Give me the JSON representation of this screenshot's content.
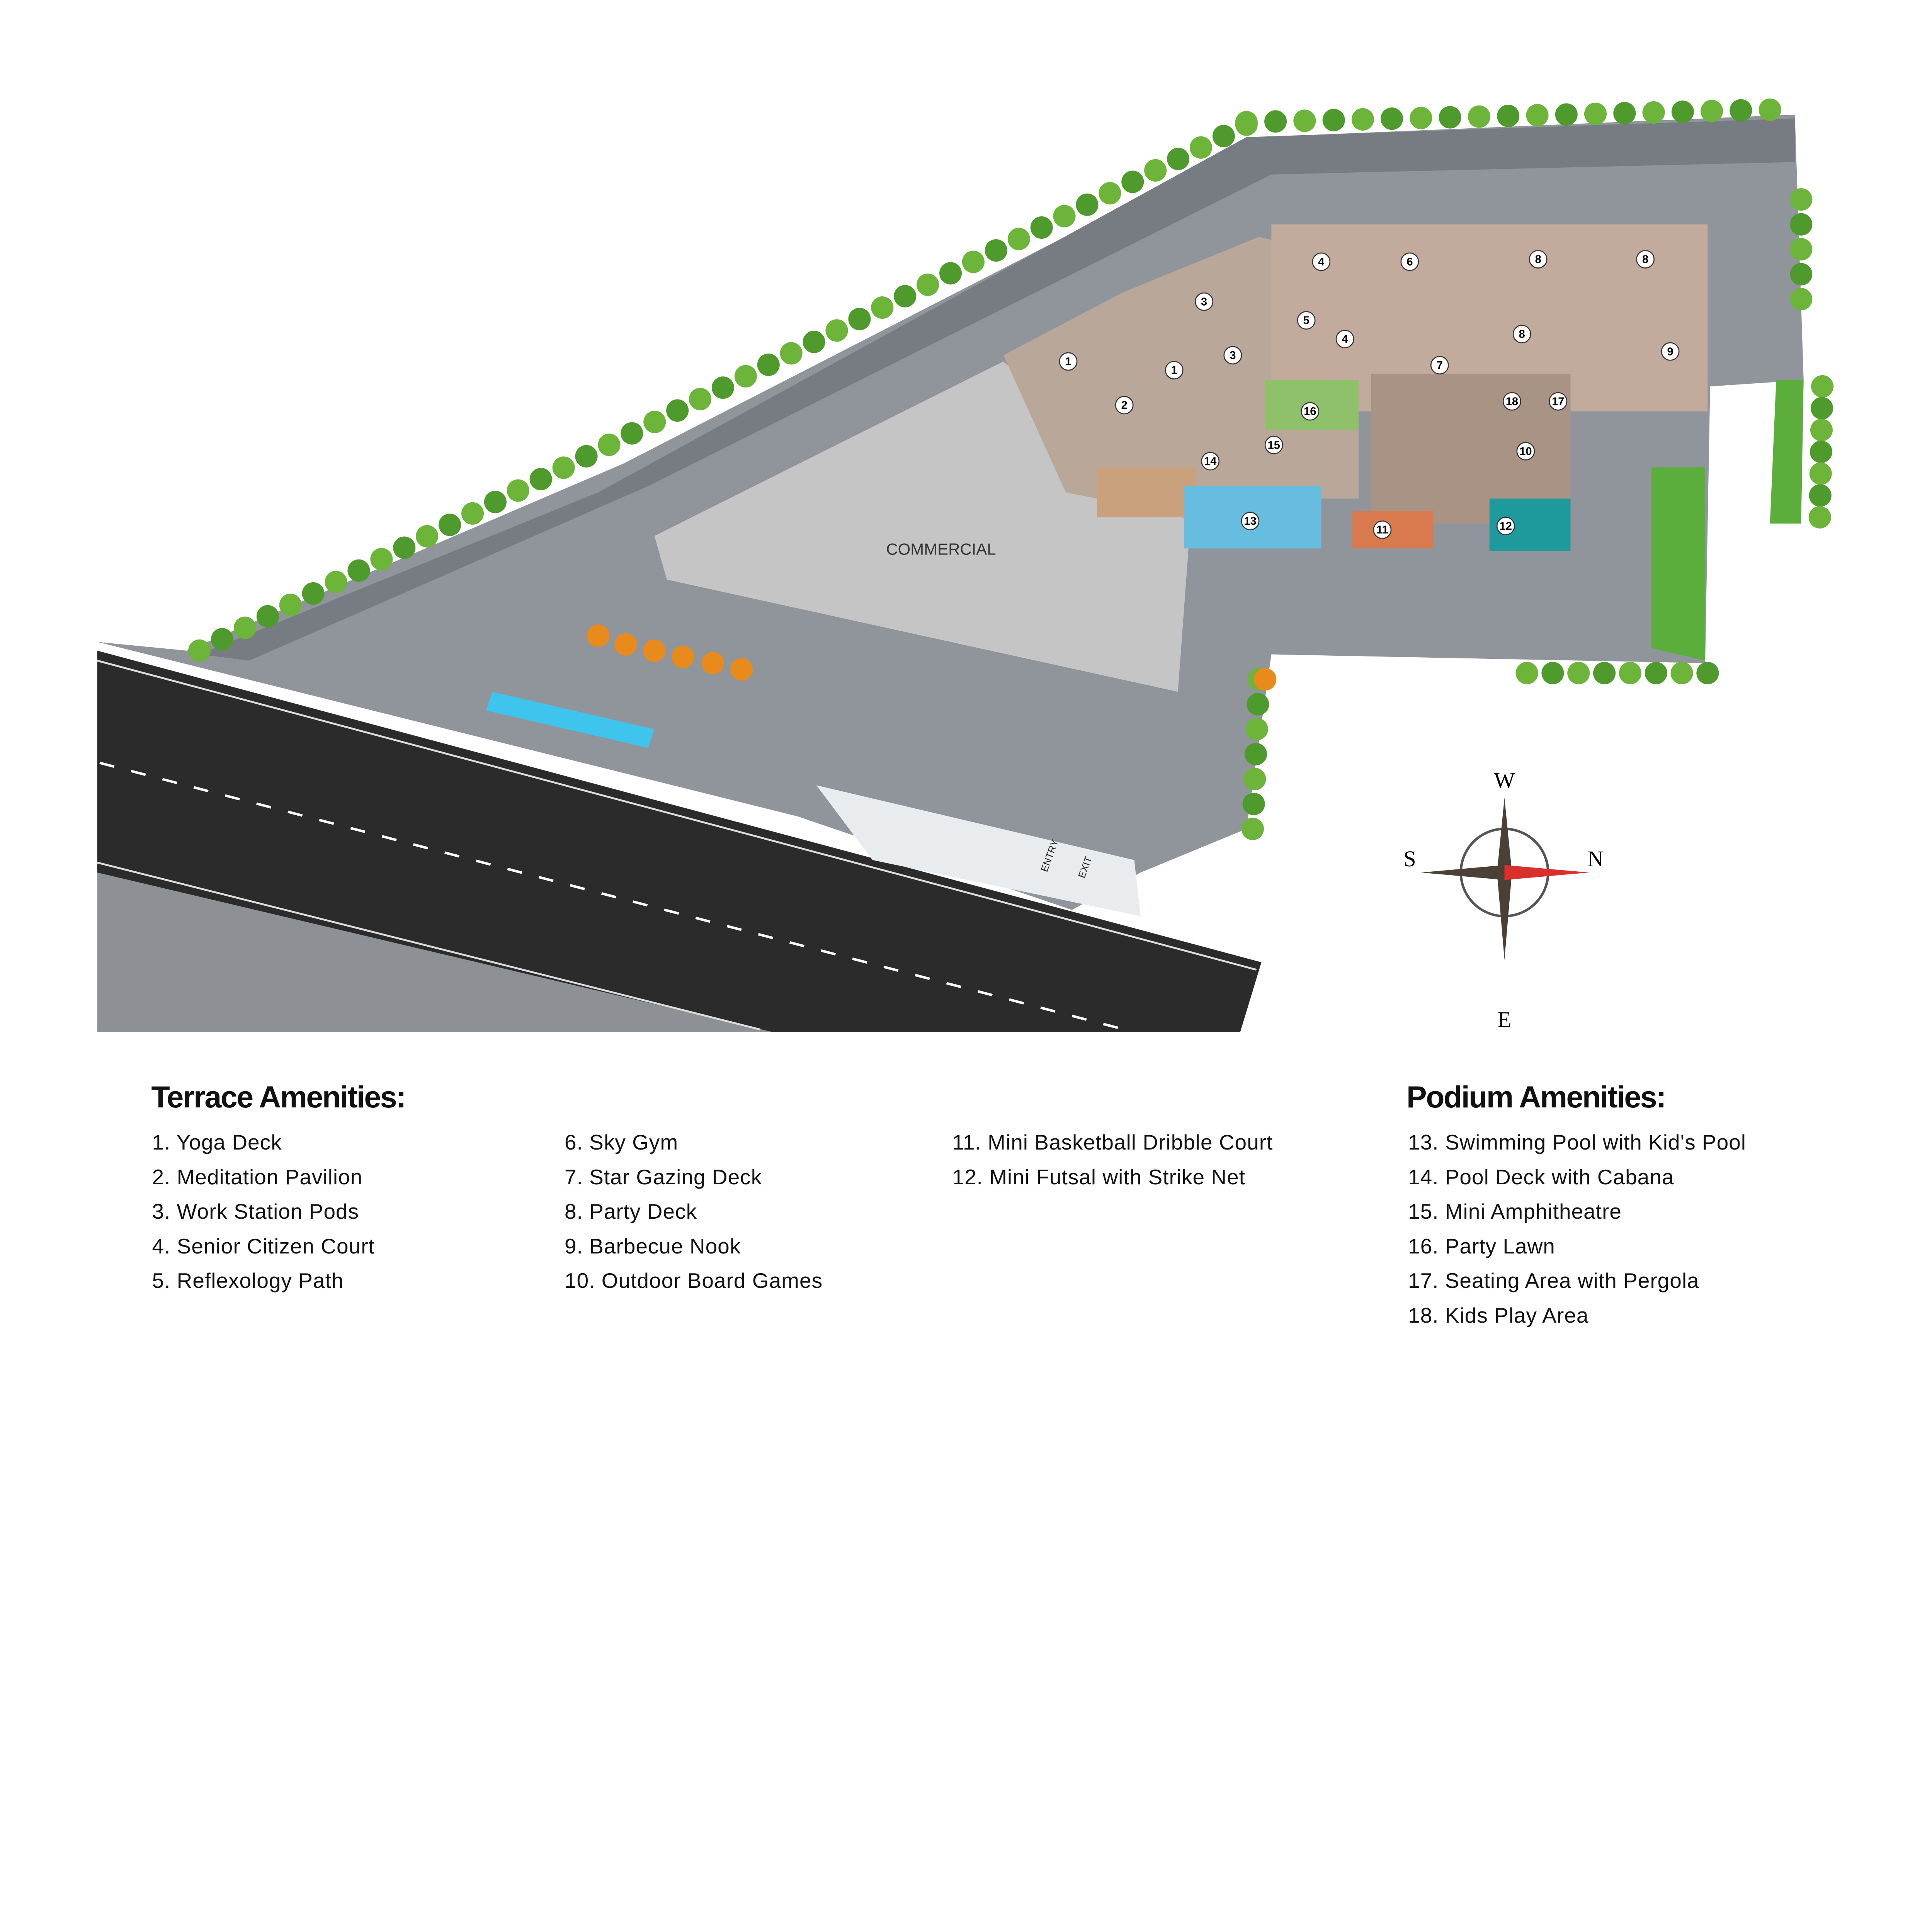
{
  "map": {
    "commercial_label": "COMMERCIAL",
    "entry_label": "ENTRY",
    "exit_label": "EXIT",
    "markers": [
      "1",
      "1",
      "2",
      "3",
      "3",
      "4",
      "4",
      "5",
      "6",
      "7",
      "8",
      "8",
      "8",
      "9",
      "10",
      "11",
      "12",
      "13",
      "14",
      "15",
      "16",
      "17",
      "18"
    ]
  },
  "compass": {
    "west": "W",
    "south": "S",
    "north": "N",
    "east": "E",
    "pointer_color": "#d9302c"
  },
  "terrace": {
    "title": "Terrace Amenities:",
    "items": [
      "1. Yoga Deck",
      "2.  Meditation Pavilion",
      "3.  Work Station Pods",
      "4. Senior Citizen Court",
      "5. Reflexology Path",
      "6. Sky Gym",
      "7. Star Gazing Deck",
      "8. Party Deck",
      "9. Barbecue Nook",
      "10. Outdoor Board Games",
      "11. Mini Basketball Dribble Court",
      "12. Mini Futsal with Strike Net"
    ]
  },
  "podium": {
    "title": "Podium Amenities:",
    "items": [
      "13. Swimming Pool with Kid's Pool",
      "14. Pool Deck with Cabana",
      "15. Mini Amphitheatre",
      "16. Party Lawn",
      "17. Seating Area with Pergola",
      "18. Kids Play Area"
    ]
  }
}
